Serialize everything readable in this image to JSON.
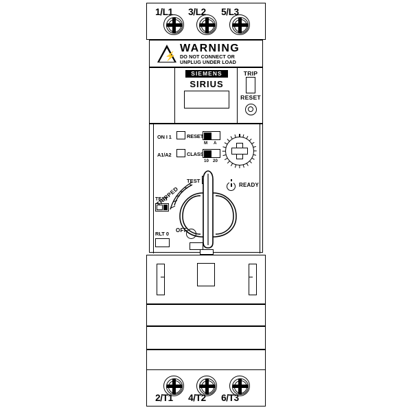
{
  "device": {
    "brand": "SIEMENS",
    "family": "SIRIUS",
    "type": "motor-starter-front-view"
  },
  "terminals": {
    "top": [
      {
        "label": "1/L1"
      },
      {
        "label": "3/L2"
      },
      {
        "label": "5/L3"
      }
    ],
    "bottom": [
      {
        "label": "2/T1"
      },
      {
        "label": "4/T2"
      },
      {
        "label": "6/T3"
      }
    ]
  },
  "warning": {
    "title": "WARNING",
    "line1": "DO NOT CONNECT OR",
    "line2": "UNPLUG UNDER LOAD",
    "icon": "warning-triangle-icon",
    "bolt": "⚡"
  },
  "trip_section": {
    "trip_label": "TRIP",
    "reset_label": "RESET"
  },
  "controls": {
    "row1": {
      "indicator_label": "ON I 1",
      "switch_label": "RESET",
      "position_left": "M",
      "position_right": "A"
    },
    "row2": {
      "indicator_label": "A1/A2",
      "switch_label": "CLASS",
      "position_left": "10",
      "position_right": "20"
    },
    "dial": {
      "name": "current-setting-dial",
      "slot": "cross"
    },
    "test_switch_label": "TEST",
    "rlt_label": "RLT 0",
    "test_indicator_label": "TEST",
    "handle": {
      "tripped_label": "TRIPPED",
      "off_label": "OFF",
      "ready_label": "READY",
      "ready_icon": "power-symbol-icon"
    }
  }
}
